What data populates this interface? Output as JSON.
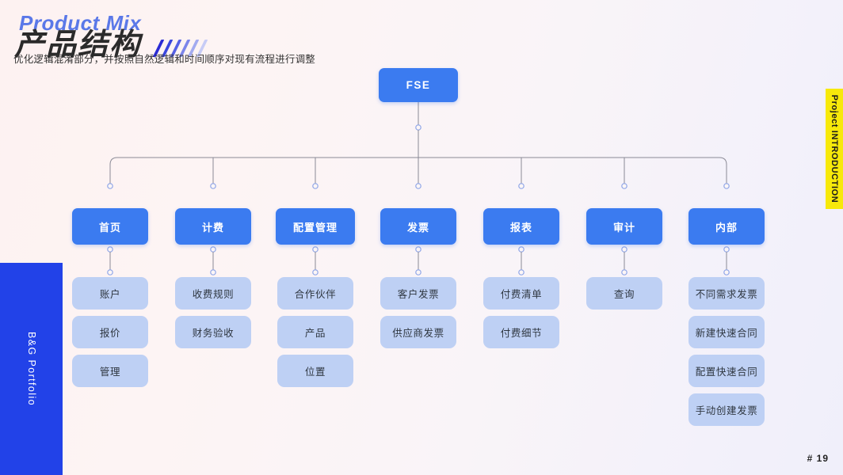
{
  "header": {
    "title_en": "Product Mix",
    "title_cn": "产品结构",
    "subtitle": "优化逻辑混淆部分，并按照自然逻辑和时间顺序对现有流程进行调整"
  },
  "rails": {
    "left_label": "B&G Portfolio",
    "right_label": "Project INTRODUCTION",
    "left_color": "#2242e8",
    "right_color": "#f7e90a"
  },
  "footer": {
    "page": "# 19"
  },
  "colors": {
    "node_primary": "#3b7bf0",
    "node_leaf": "#bed0f4",
    "connector": "#8a8a96",
    "connector_dot": "#8fa6e8"
  },
  "diagram": {
    "root": {
      "label": "FSE"
    },
    "branches": [
      {
        "label": "首页",
        "children": [
          "账户",
          "报价",
          "管理"
        ]
      },
      {
        "label": "计费",
        "children": [
          "收费规则",
          "财务验收"
        ]
      },
      {
        "label": "配置管理",
        "children": [
          "合作伙伴",
          "产品",
          "位置"
        ]
      },
      {
        "label": "发票",
        "children": [
          "客户发票",
          "供应商发票"
        ]
      },
      {
        "label": "报表",
        "children": [
          "付费清单",
          "付费细节"
        ]
      },
      {
        "label": "审计",
        "children": [
          "查询"
        ]
      },
      {
        "label": "内部",
        "children": [
          "不同需求发票",
          "新建快速合同",
          "配置快速合同",
          "手动创建发票"
        ]
      }
    ]
  },
  "decor": {
    "slash_colors": [
      "#2b2bd4",
      "#3a46dd",
      "#5560e4",
      "#7b85ea",
      "#a3abf0",
      "#c7ccf6"
    ]
  }
}
